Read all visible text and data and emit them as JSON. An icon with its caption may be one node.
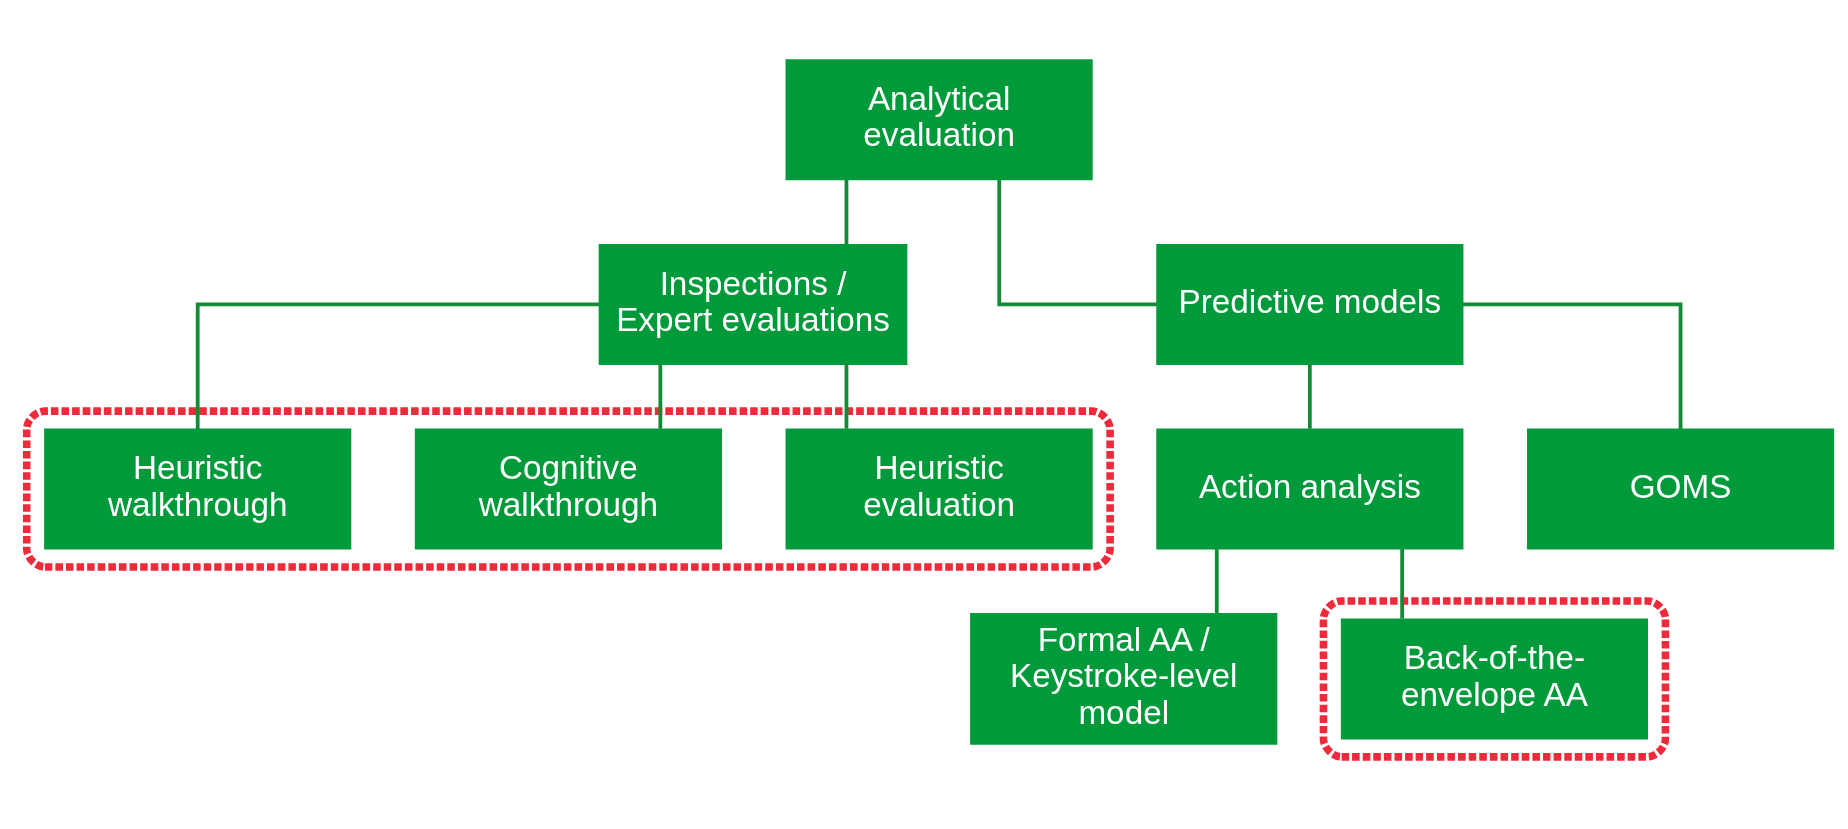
{
  "diagram": {
    "nodes": [
      {
        "text": [
          "Analytical evaluation"
        ]
      },
      {
        "text": [
          "Inspections / Expert evaluations"
        ]
      },
      {
        "text": [
          "Predictive models"
        ]
      },
      {
        "text": [],
        "shape": "box"
      },
      {
        "text": [
          "Heuristic evaluation"
        ],
        "in": 3
      },
      {
        "text": [
          "Cognitive walkthrough"
        ],
        "in": 3
      },
      {
        "text": [
          "Heuristic walkthrough"
        ],
        "in": 3
      },
      {
        "text": [
          "Action analysis"
        ]
      },
      {
        "text": [
          "GOMS"
        ]
      },
      {
        "text": [
          "Formal AA / Keystroke-level model"
        ]
      },
      {
        "text": [],
        "shape": "box"
      },
      {
        "text": [
          "Back-of-the-envelope AA"
        ],
        "in": 10
      }
    ],
    "edges": [
      {
        "from": 0,
        "to": 1,
        "arrow": "none"
      },
      {
        "from": 0,
        "to": 2,
        "arrow": "none"
      },
      {
        "from": 1,
        "to": 4,
        "arrow": "none"
      },
      {
        "from": 1,
        "to": 5,
        "arrow": "none"
      },
      {
        "from": 1,
        "to": 6,
        "arrow": "none"
      },
      {
        "from": 2,
        "to": 7,
        "arrow": "none"
      },
      {
        "from": 2,
        "to": 8,
        "arrow": "none"
      },
      {
        "from": 7,
        "to": 9,
        "arrow": "none"
      },
      {
        "from": 7,
        "to": 11,
        "arrow": "none"
      }
    ]
  }
}
